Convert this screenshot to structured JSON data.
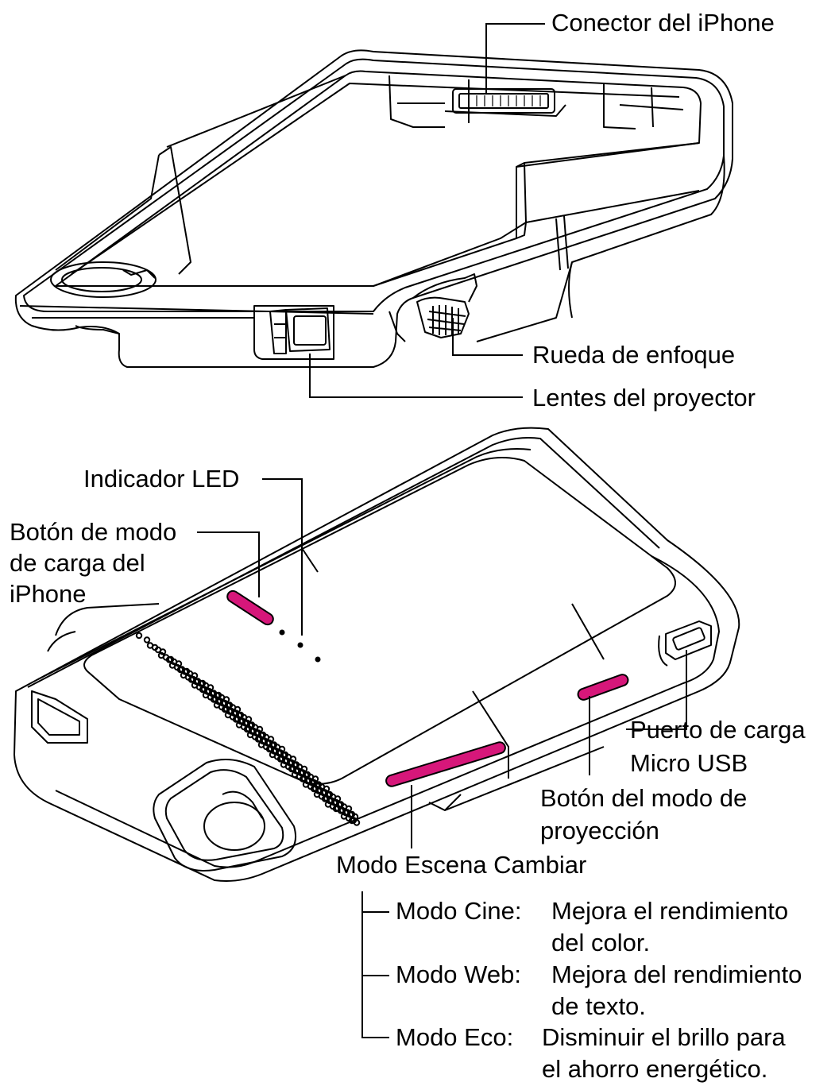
{
  "labels": {
    "iphone_connector": "Conector del iPhone",
    "focus_wheel": "Rueda de enfoque",
    "projector_lens": "Lentes del proyector",
    "led_indicator": "Indicador LED",
    "charge_mode_button_line1": "Botón de modo",
    "charge_mode_button_line2": "de carga del",
    "charge_mode_button_line3": "iPhone",
    "micro_usb_line1": "Puerto de carga",
    "micro_usb_line2": "Micro USB",
    "projection_mode_button_line1": "Botón del modo de",
    "projection_mode_button_line2": "proyección",
    "scene_mode_switch": "Modo Escena Cambiar"
  },
  "modes": [
    {
      "name": "Modo Cine:",
      "desc_line1": "Mejora el rendimiento",
      "desc_line2": "del color."
    },
    {
      "name": "Modo Web:",
      "desc_line1": "Mejora del rendimiento",
      "desc_line2": "de texto."
    },
    {
      "name": "Modo Eco:",
      "desc_line1": "Disminuir el brillo para",
      "desc_line2": "el ahorro energético."
    }
  ],
  "colors": {
    "line": "#000000",
    "button_highlight": "#d6177a",
    "background": "#ffffff"
  }
}
